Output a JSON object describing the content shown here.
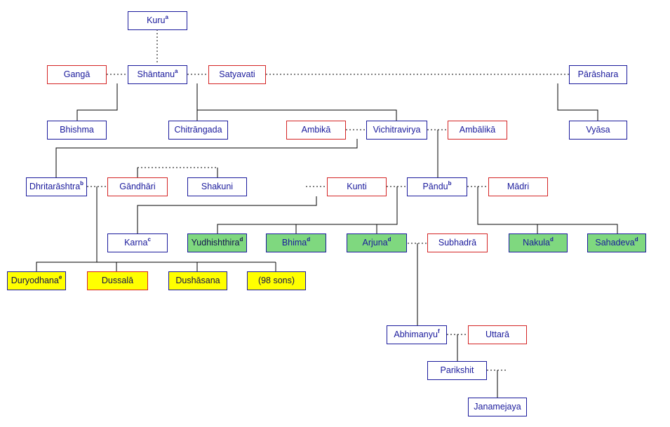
{
  "nodes": {
    "kuru": {
      "name": "Kuru",
      "sup": "a"
    },
    "ganga": {
      "name": "Gangā",
      "sup": ""
    },
    "shantanu": {
      "name": "Shāntanu",
      "sup": "a"
    },
    "satyavati": {
      "name": "Satyavati",
      "sup": ""
    },
    "parashara": {
      "name": "Pārāshara",
      "sup": ""
    },
    "bhishma": {
      "name": "Bhishma",
      "sup": ""
    },
    "chitrangada": {
      "name": "Chitrāngada",
      "sup": ""
    },
    "ambika": {
      "name": "Ambikā",
      "sup": ""
    },
    "vichitravirya": {
      "name": "Vichitravirya",
      "sup": ""
    },
    "ambalika": {
      "name": "Ambālikā",
      "sup": ""
    },
    "vyasa": {
      "name": "Vyāsa",
      "sup": ""
    },
    "dhritarashtra": {
      "name": "Dhritarāshtra",
      "sup": "b"
    },
    "gandhari": {
      "name": "Gāndhāri",
      "sup": ""
    },
    "shakuni": {
      "name": "Shakuni",
      "sup": ""
    },
    "kunti": {
      "name": "Kunti",
      "sup": ""
    },
    "pandu": {
      "name": "Pāndu",
      "sup": "b"
    },
    "madri": {
      "name": "Mādri",
      "sup": ""
    },
    "karna": {
      "name": "Karna",
      "sup": "c"
    },
    "yudhishthira": {
      "name": "Yudhishthira",
      "sup": "d"
    },
    "bhima": {
      "name": "Bhima",
      "sup": "d"
    },
    "arjuna": {
      "name": "Arjuna",
      "sup": "d"
    },
    "subhadra": {
      "name": "Subhadrā",
      "sup": ""
    },
    "nakula": {
      "name": "Nakula",
      "sup": "d"
    },
    "sahadeva": {
      "name": "Sahadeva",
      "sup": "d"
    },
    "duryodhana": {
      "name": "Duryodhana",
      "sup": "e"
    },
    "dussala": {
      "name": "Dussalā",
      "sup": ""
    },
    "dushasana": {
      "name": "Dushāsana",
      "sup": ""
    },
    "sons98": {
      "name": "(98 sons)",
      "sup": ""
    },
    "abhimanyu": {
      "name": "Abhimanyu",
      "sup": "f"
    },
    "uttara": {
      "name": "Uttarā",
      "sup": ""
    },
    "parikshit": {
      "name": "Parikshit",
      "sup": ""
    },
    "janamejaya": {
      "name": "Janamejaya",
      "sup": ""
    }
  },
  "colors": {
    "male_border": "#1a1a9c",
    "female_border": "#d42424",
    "pandava_fill": "#7fd87f",
    "kaurava_fill": "#ffff00",
    "text": "#1a1a9c"
  }
}
